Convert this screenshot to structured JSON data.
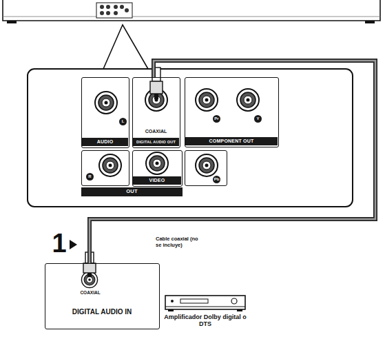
{
  "diagram": {
    "nodes": [
      {
        "text": [
          "L",
          "AUDIO"
        ]
      },
      {
        "text": [
          "R"
        ]
      },
      {
        "text": [
          "COAXIAL",
          "DIGITAL AUDIO OUT"
        ]
      },
      {
        "text": [
          "VIDEO"
        ]
      },
      {
        "text": [
          "Pr",
          "Y",
          "COMPONENT OUT"
        ]
      },
      {
        "text": [
          "Pb"
        ]
      },
      {
        "text": [
          "COAXIAL",
          "DIGITAL AUDIO IN"
        ]
      },
      {
        "text": [
          "Amplificador Dolby digital o DTS"
        ]
      }
    ],
    "edges": [
      {
        "from": 2,
        "to": 6,
        "arrow": "none"
      }
    ],
    "labels": [
      "OUT",
      "1",
      "Cable coaxial (no se incluye)"
    ]
  }
}
